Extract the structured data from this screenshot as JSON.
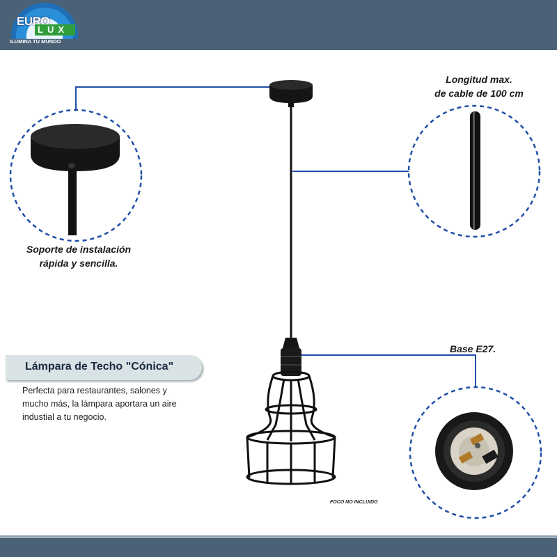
{
  "brand": {
    "euro": "EURO",
    "lux": "LUX",
    "tagline": "ILUMINA TU MUNDO"
  },
  "callouts": {
    "cable_length": "Longitud max.\nde cable de 100 cm",
    "mount": "Soporte de instalación\nrápida y sencilla.",
    "base": "Base E27."
  },
  "product": {
    "title": "Lámpara de Techo \"Cónica\"",
    "description": "Perfecta para  restaurantes, salones y mucho más, la lámpara aportara un aire industial a tu negocio.",
    "note": "FOCO NO INCLUIDO"
  },
  "colors": {
    "band": "#4a6176",
    "accent_blue": "#1f4ea8"
  }
}
